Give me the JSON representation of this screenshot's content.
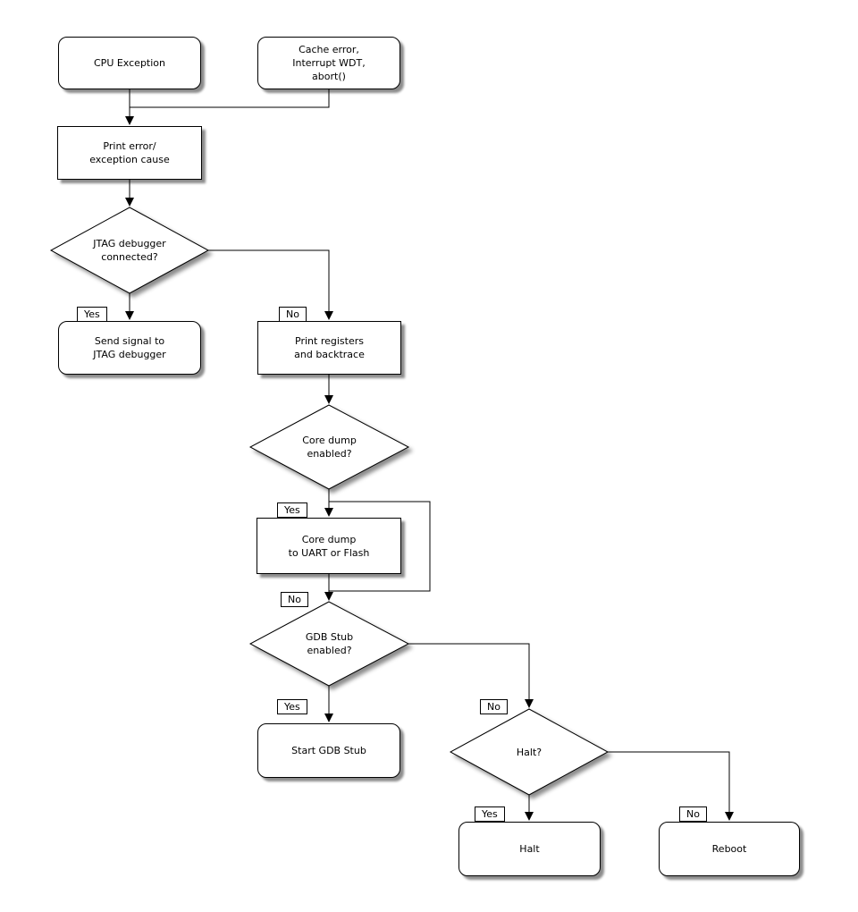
{
  "diagram_type": "flowchart",
  "colors": {
    "background": "#ffffff",
    "node_fill": "#ffffff",
    "line": "#000000",
    "text": "#000000",
    "shadow": "rgba(0,0,0,0.45)"
  },
  "nodes": {
    "cpu_exception": "CPU Exception",
    "cache_error": "Cache error,\nInterrupt WDT,\nabort()",
    "print_error": "Print error/\nexception cause",
    "jtag_connected": "JTAG debugger\nconnected?",
    "send_signal": "Send signal to\nJTAG debugger",
    "print_registers": "Print registers\nand backtrace",
    "core_dump_enabled": "Core dump\nenabled?",
    "core_dump": "Core dump\nto UART or Flash",
    "gdb_stub_enabled": "GDB Stub\nenabled?",
    "start_gdb_stub": "Start GDB Stub",
    "halt_question": "Halt?",
    "halt": "Halt",
    "reboot": "Reboot"
  },
  "edge_labels": {
    "jtag_yes": "Yes",
    "jtag_no": "No",
    "core_dump_yes": "Yes",
    "core_dump_no": "No",
    "gdb_yes": "Yes",
    "gdb_no": "No",
    "halt_yes": "Yes",
    "halt_no": "No"
  }
}
